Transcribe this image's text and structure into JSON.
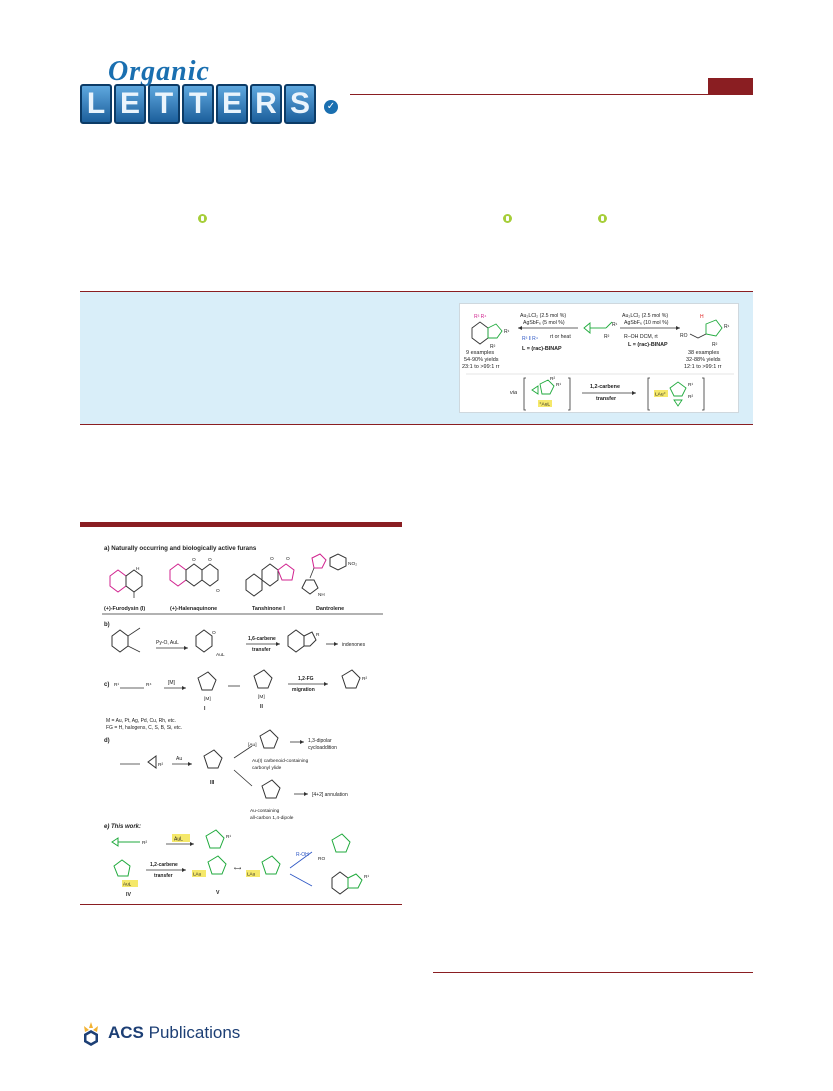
{
  "header": {
    "journal_script": "Organic",
    "journal_letters": [
      "L",
      "E",
      "T",
      "T",
      "E",
      "R",
      "S"
    ]
  },
  "toc_graphic": {
    "left_cond_1": "Au₂LCl₂ (2.5 mol %)",
    "left_cond_2": "AgSbF₆ (5 mol %)",
    "left_cond_3": "rt or heat",
    "left_ligand": "L = (rac)-BINAP",
    "left_count": "9 examples",
    "left_yield": "54-90% yields",
    "left_rr": "23:1 to >99:1 rr",
    "right_cond_1": "Au₂LCl₂ (2.5 mol %)",
    "right_cond_2": "AgSbF₆ (10 mol %)",
    "right_cond_3": "R–OH  DCM, rt",
    "right_ligand": "L = (rac)-BINAP",
    "right_count": "38 examples",
    "right_yield": "32-88% yields",
    "right_rr": "12:1 to >99:1 rr",
    "via": "via",
    "transfer_1": "1,2-carbene",
    "transfer_2": "transfer"
  },
  "scheme": {
    "section_a": "a)  Naturally occurring and biologically active furans",
    "compound_1": "(+)-Furodysin (I)",
    "compound_2": "(+)-Halenaquinone",
    "compound_3": "Tanshinone I",
    "compound_4": "Dantrolene",
    "section_b": "b)",
    "b_reagent": "Py-O,  AuL",
    "b_label_1": "1,6-carbene",
    "b_label_2": "transfer",
    "b_product": "indenones",
    "section_c": "c)",
    "c_reagent": "[M]",
    "c_label_1": "1,2-FG",
    "c_label_2": "migration",
    "c_intermediate_1": "I",
    "c_intermediate_2": "II",
    "c_note_1": "M = Au, Pt, Ag, Pd, Cu, Rh, etc.",
    "c_note_2": "FG = H, halogens, C, S, B, Si, etc.",
    "section_d": "d)",
    "d_reagent": "Au",
    "d_intermediate": "III",
    "d_path_1a": "1,3-dipolar",
    "d_path_1b": "cycloaddition",
    "d_species_1a": "Au(I) carbenoid-containing",
    "d_species_1b": "carbonyl ylide",
    "d_path_2": "[4+2] annulation",
    "d_species_2a": "Au-containing",
    "d_species_2b": "all-carbon 1,4-dipole",
    "section_e": "e)  This work:",
    "e_catalyst": "AuL",
    "e_label_1": "1,2-carbene",
    "e_label_2": "transfer",
    "e_intermediate_1": "IV",
    "e_intermediate_2": "V",
    "e_reagent": "R-OH"
  },
  "footer": {
    "publisher_bold": "ACS",
    "publisher_rest": " Publications"
  }
}
